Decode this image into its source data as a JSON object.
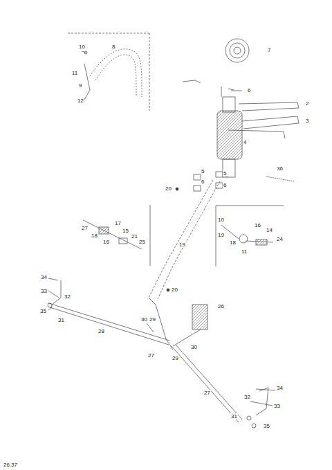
{
  "diagram": {
    "labels": [
      "10",
      "8",
      "11",
      "9",
      "12",
      "7",
      "6",
      "2",
      "3",
      "4",
      "5",
      "6",
      "5",
      "6",
      "36",
      "20",
      "27",
      "17",
      "18",
      "15",
      "16",
      "21",
      "25",
      "19",
      "10",
      "16",
      "14",
      "19",
      "18",
      "24",
      "11",
      "20",
      "34",
      "33",
      "32",
      "35",
      "31",
      "28",
      "30",
      "29",
      "26",
      "27",
      "30",
      "29",
      "27",
      "32",
      "34",
      "33",
      "31",
      "35",
      "26.37"
    ]
  }
}
